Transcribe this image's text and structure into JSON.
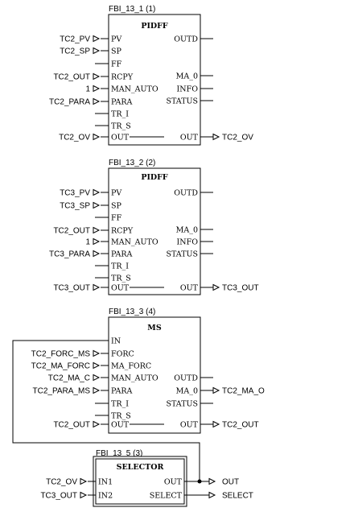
{
  "blocks": {
    "pidff1": {
      "instance": "FBI_13_1 (1)",
      "type": "PIDFF",
      "inputs": [
        {
          "pin": "PV",
          "signal": "TC2_PV"
        },
        {
          "pin": "SP",
          "signal": "TC2_SP"
        },
        {
          "pin": "FF",
          "signal": ""
        },
        {
          "pin": "RCPY",
          "signal": "TC2_OUT"
        },
        {
          "pin": "MAN_AUTO",
          "signal": "1"
        },
        {
          "pin": "PARA",
          "signal": "TC2_PARA"
        },
        {
          "pin": "TR_I",
          "signal": ""
        },
        {
          "pin": "TR_S",
          "signal": ""
        },
        {
          "pin": "OUT",
          "signal": "TC2_OV"
        }
      ],
      "outputs": [
        {
          "pin": "OUTD",
          "signal": ""
        },
        {
          "pin": "MA_0",
          "signal": ""
        },
        {
          "pin": "INFO",
          "signal": ""
        },
        {
          "pin": "STATUS",
          "signal": ""
        },
        {
          "pin": "OUT",
          "signal": "TC2_OV"
        }
      ]
    },
    "pidff2": {
      "instance": "FBI_13_2 (2)",
      "type": "PIDFF",
      "inputs": [
        {
          "pin": "PV",
          "signal": "TC3_PV"
        },
        {
          "pin": "SP",
          "signal": "TC3_SP"
        },
        {
          "pin": "FF",
          "signal": ""
        },
        {
          "pin": "RCPY",
          "signal": "TC2_OUT"
        },
        {
          "pin": "MAN_AUTO",
          "signal": "1"
        },
        {
          "pin": "PARA",
          "signal": "TC3_PARA"
        },
        {
          "pin": "TR_I",
          "signal": ""
        },
        {
          "pin": "TR_S",
          "signal": ""
        },
        {
          "pin": "OUT",
          "signal": "TC3_OUT"
        }
      ],
      "outputs": [
        {
          "pin": "OUTD",
          "signal": ""
        },
        {
          "pin": "MA_0",
          "signal": ""
        },
        {
          "pin": "INFO",
          "signal": ""
        },
        {
          "pin": "STATUS",
          "signal": ""
        },
        {
          "pin": "OUT",
          "signal": "TC3_OUT"
        }
      ]
    },
    "ms": {
      "instance": "FBI_13_3 (4)",
      "type": "MS",
      "inputs": [
        {
          "pin": "IN",
          "signal": ""
        },
        {
          "pin": "FORC",
          "signal": "TC2_FORC_MS"
        },
        {
          "pin": "MA_FORC",
          "signal": "TC2_MA_FORC"
        },
        {
          "pin": "MAN_AUTO",
          "signal": "TC2_MA_C"
        },
        {
          "pin": "PARA",
          "signal": "TC2_PARA_MS"
        },
        {
          "pin": "TR_I",
          "signal": ""
        },
        {
          "pin": "TR_S",
          "signal": ""
        },
        {
          "pin": "OUT",
          "signal": "TC2_OUT"
        }
      ],
      "outputs": [
        {
          "pin": "OUTD",
          "signal": ""
        },
        {
          "pin": "MA_0",
          "signal": "TC2_MA_O"
        },
        {
          "pin": "STATUS",
          "signal": ""
        },
        {
          "pin": "OUT",
          "signal": "TC2_OUT"
        }
      ]
    },
    "selector": {
      "instance": "FBI_13_5 (3)",
      "type": "SELECTOR",
      "inputs": [
        {
          "pin": "IN1",
          "signal": "TC2_OV"
        },
        {
          "pin": "IN2",
          "signal": "TC3_OUT"
        }
      ],
      "outputs": [
        {
          "pin": "OUT",
          "signal": "OUT"
        },
        {
          "pin": "SELECT",
          "signal": "SELECT"
        }
      ]
    }
  }
}
